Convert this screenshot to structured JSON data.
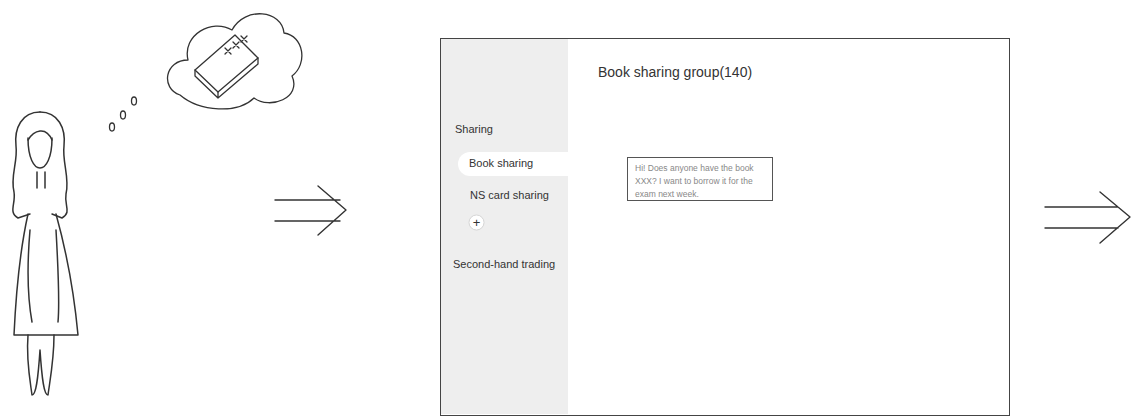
{
  "diagram": {
    "nodes": [
      {
        "text": [
          "Book sharing group(140)"
        ]
      },
      {
        "text": [
          "Sharing",
          "NS card sharing",
          "Second-hand trading"
        ],
        "in": 0
      },
      {
        "text": [
          "Book sharing"
        ],
        "in": 1
      },
      {
        "text": [
          "+"
        ],
        "in": 1
      },
      {
        "text": [
          "Hi! Does anyone have the book XXX? I want to borrow it for the exam next week."
        ],
        "in": 0
      }
    ]
  }
}
